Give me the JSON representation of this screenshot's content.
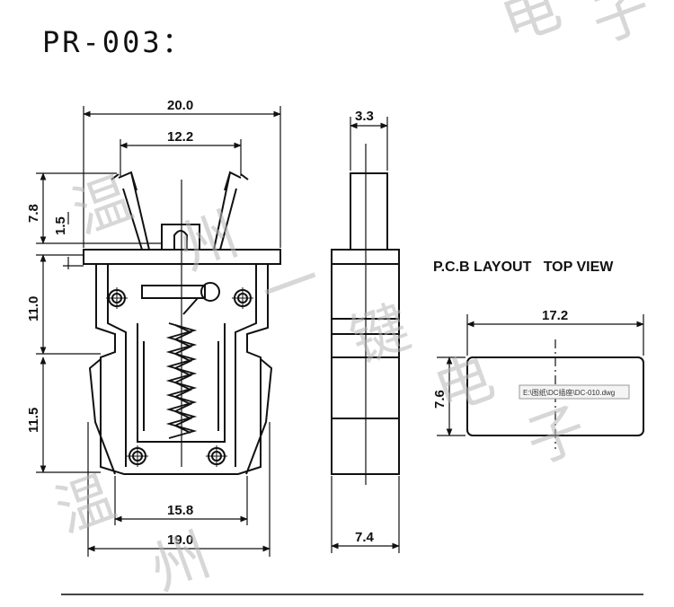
{
  "title": "PR-003：",
  "front_view": {
    "dims": {
      "width_total": "20.0",
      "width_slot": "12.2",
      "height_lever": "7.8",
      "height_cap": "1.5",
      "height_upper": "11.0",
      "height_lower": "11.5",
      "width_inner": "15.8",
      "width_base": "19.0"
    }
  },
  "side_view": {
    "dims": {
      "width_actuator": "3.3",
      "width_body": "7.4"
    }
  },
  "pcb_layout": {
    "heading": "P.C.B LAYOUT   TOP VIEW",
    "dims": {
      "width": "17.2",
      "height": "7.6"
    }
  },
  "tooltip": "E:\\图纸\\DC插座\\DC-010.dwg",
  "watermark": [
    "温",
    "州",
    "一",
    "键",
    "电",
    "子"
  ],
  "colors": {
    "line": "#111111",
    "watermark": "#b8b8b8"
  }
}
